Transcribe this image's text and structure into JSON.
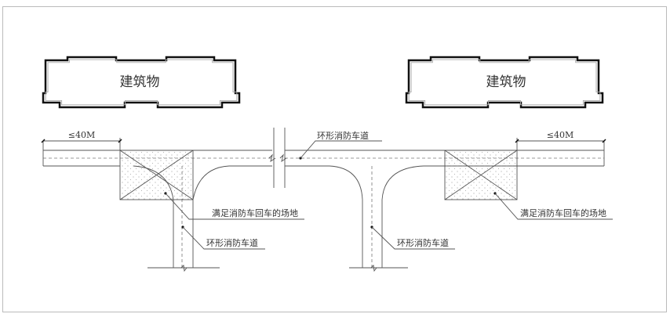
{
  "buildings": [
    {
      "label": "建筑物"
    },
    {
      "label": "建筑物"
    }
  ],
  "dimensions": [
    {
      "label": "≤40M"
    },
    {
      "label": "≤40M"
    }
  ],
  "labels": {
    "ring_road_top": "环形消防车道",
    "turnaround_left": "满足消防车回车的场地",
    "ring_road_left": "环形消防车道",
    "ring_road_center": "环形消防车道",
    "turnaround_right": "满足消防车回车的场地"
  }
}
